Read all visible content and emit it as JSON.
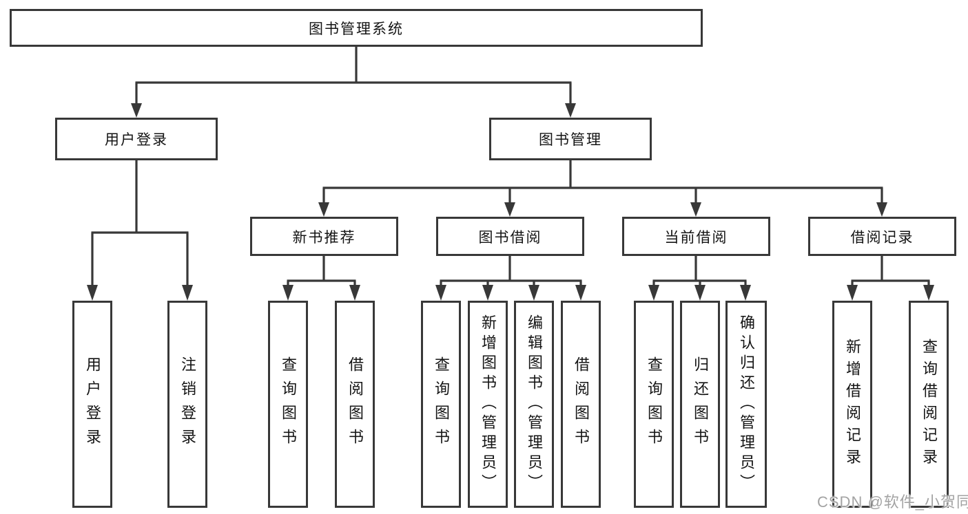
{
  "diagram": {
    "root": {
      "label": "图书管理系统"
    },
    "level2": [
      {
        "label": "用户登录"
      },
      {
        "label": "图书管理"
      }
    ],
    "level3": [
      {
        "label": "新书推荐"
      },
      {
        "label": "图书借阅"
      },
      {
        "label": "当前借阅"
      },
      {
        "label": "借阅记录"
      }
    ],
    "leaves": {
      "user_login": [
        {
          "label": "用户登录"
        },
        {
          "label": "注销登录"
        }
      ],
      "new_books": [
        {
          "label": "查询图书"
        },
        {
          "label": "借阅图书"
        }
      ],
      "book_borrow": [
        {
          "label": "查询图书"
        },
        {
          "label": "新增图书（管理员）"
        },
        {
          "label": "编辑图书（管理员）"
        },
        {
          "label": "借阅图书"
        }
      ],
      "current_borrow": [
        {
          "label": "查询图书"
        },
        {
          "label": "归还图书"
        },
        {
          "label": "确认归还（管理员）"
        }
      ],
      "borrow_records": [
        {
          "label": "新增借阅记录"
        },
        {
          "label": "查询借阅记录"
        }
      ]
    }
  },
  "watermark": "CSDN @软件_小贺同学",
  "colors": {
    "line": "#383838",
    "text": "#141414",
    "watermark": "#a3a3a3",
    "background": "#ffffff"
  }
}
